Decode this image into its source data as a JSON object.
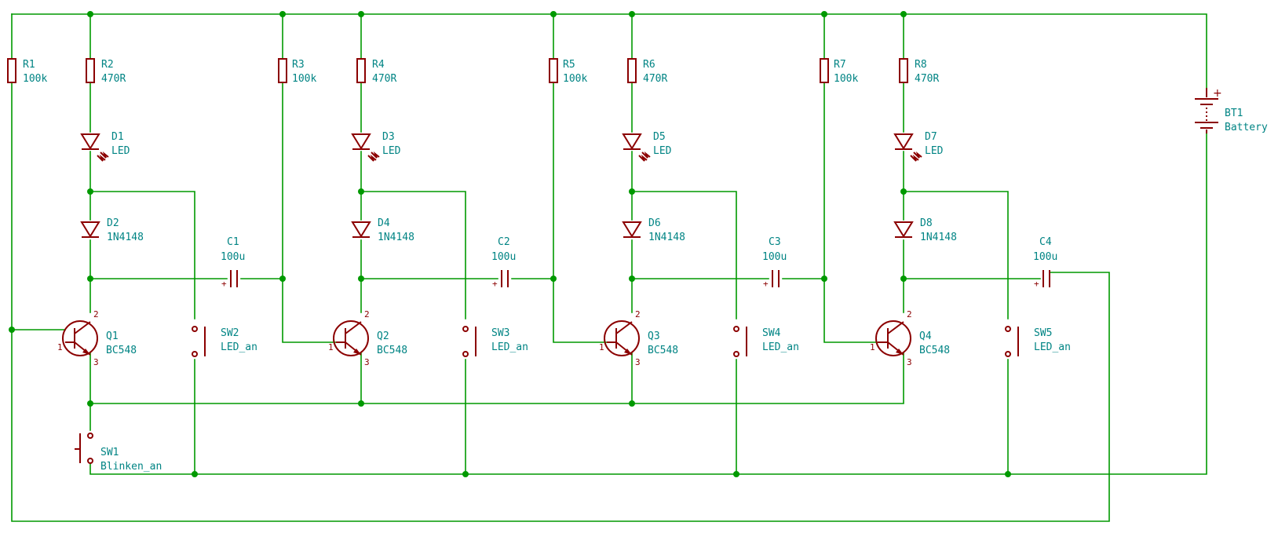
{
  "colors": {
    "wire": "#009900",
    "symbol": "#8b0000",
    "label": "#008484",
    "background": "#ffffff"
  },
  "components": {
    "R1": {
      "ref": "R1",
      "value": "100k"
    },
    "R2": {
      "ref": "R2",
      "value": "470R"
    },
    "R3": {
      "ref": "R3",
      "value": "100k"
    },
    "R4": {
      "ref": "R4",
      "value": "470R"
    },
    "R5": {
      "ref": "R5",
      "value": "100k"
    },
    "R6": {
      "ref": "R6",
      "value": "470R"
    },
    "R7": {
      "ref": "R7",
      "value": "100k"
    },
    "R8": {
      "ref": "R8",
      "value": "470R"
    },
    "D1": {
      "ref": "D1",
      "value": "LED"
    },
    "D3": {
      "ref": "D3",
      "value": "LED"
    },
    "D5": {
      "ref": "D5",
      "value": "LED"
    },
    "D7": {
      "ref": "D7",
      "value": "LED"
    },
    "D2": {
      "ref": "D2",
      "value": "1N4148"
    },
    "D4": {
      "ref": "D4",
      "value": "1N4148"
    },
    "D6": {
      "ref": "D6",
      "value": "1N4148"
    },
    "D8": {
      "ref": "D8",
      "value": "1N4148"
    },
    "C1": {
      "ref": "C1",
      "value": "100u"
    },
    "C2": {
      "ref": "C2",
      "value": "100u"
    },
    "C3": {
      "ref": "C3",
      "value": "100u"
    },
    "C4": {
      "ref": "C4",
      "value": "100u"
    },
    "Q1": {
      "ref": "Q1",
      "value": "BC548"
    },
    "Q2": {
      "ref": "Q2",
      "value": "BC548"
    },
    "Q3": {
      "ref": "Q3",
      "value": "BC548"
    },
    "Q4": {
      "ref": "Q4",
      "value": "BC548"
    },
    "SW1": {
      "ref": "SW1",
      "value": "Blinken_an"
    },
    "SW2": {
      "ref": "SW2",
      "value": "LED_an"
    },
    "SW3": {
      "ref": "SW3",
      "value": "LED_an"
    },
    "SW4": {
      "ref": "SW4",
      "value": "LED_an"
    },
    "SW5": {
      "ref": "SW5",
      "value": "LED_an"
    },
    "BT1": {
      "ref": "BT1",
      "value": "Battery"
    }
  },
  "pins": {
    "base": "1",
    "collector": "2",
    "emitter": "3"
  },
  "polarity": {
    "plus": "+"
  }
}
